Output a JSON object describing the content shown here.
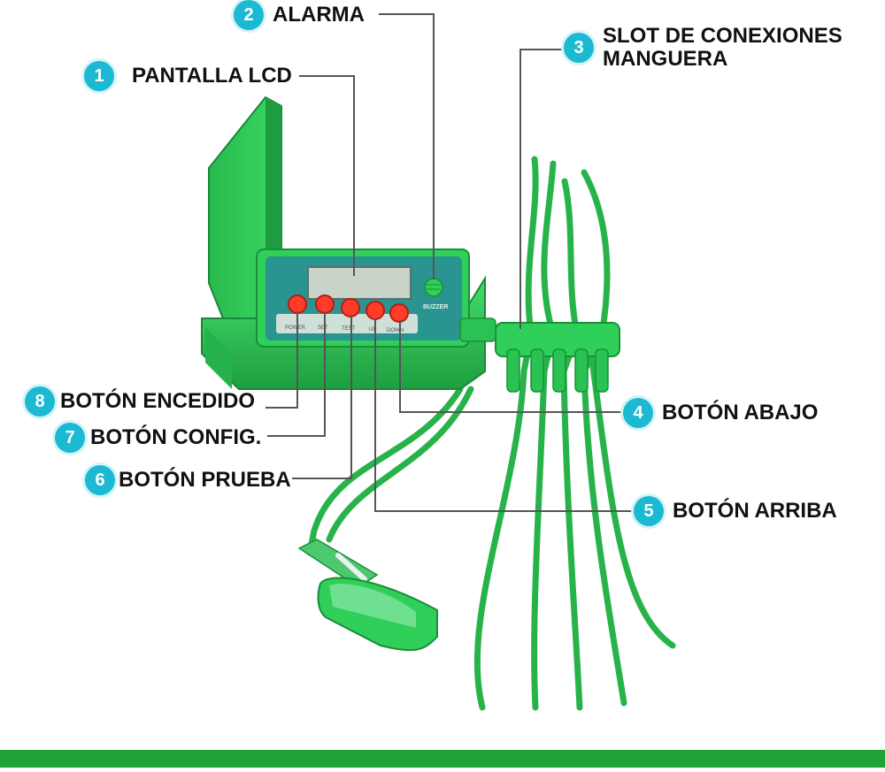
{
  "callouts": [
    {
      "num": "1",
      "label": "PANTALLA LCD"
    },
    {
      "num": "2",
      "label": "ALARMA"
    },
    {
      "num": "3",
      "label": "SLOT DE CONEXIONES MANGUERA"
    },
    {
      "num": "4",
      "label": "BOTÓN ABAJO"
    },
    {
      "num": "5",
      "label": "BOTÓN ARRIBA"
    },
    {
      "num": "6",
      "label": "BOTÓN PRUEBA"
    },
    {
      "num": "7",
      "label": "BOTÓN CONFIG."
    },
    {
      "num": "8",
      "label": "BOTÓN ENCEDIDO"
    }
  ],
  "device": {
    "buzzer_text": "BUZZER",
    "button_labels": [
      "POWER",
      "SET",
      "TEST",
      "UP",
      "DOWN"
    ]
  },
  "colors": {
    "badge": "#1bb9d2",
    "device_green": "#2fcf5a",
    "hose_green": "#27b34a",
    "button_red": "#ff3b2a",
    "bar_green": "#1fa338"
  }
}
